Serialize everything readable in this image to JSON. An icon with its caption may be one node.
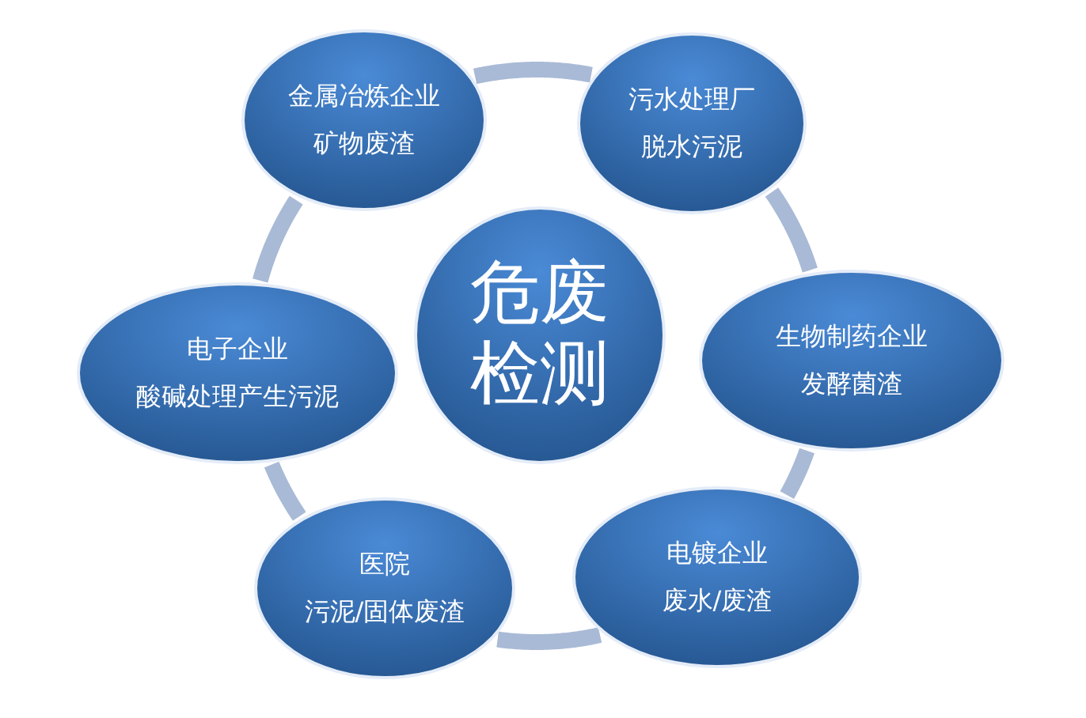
{
  "diagram": {
    "nodes": [
      {
        "text": [
          "金属冶炼企业",
          "矿物废渣"
        ]
      },
      {
        "text": [
          "污水处理厂",
          "脱水污泥"
        ]
      },
      {
        "text": [
          "危废检测"
        ]
      },
      {
        "text": [
          "电子企业",
          "酸碱处理产生污泥"
        ]
      },
      {
        "text": [
          "生物制药企业",
          "发酵菌渣"
        ]
      },
      {
        "text": [
          "医院",
          "污泥/固体废渣"
        ]
      },
      {
        "text": [
          "电镀企业",
          "废水/废渣"
        ]
      }
    ],
    "edges": [
      {
        "from": 0,
        "to": 1,
        "arrow": "none"
      },
      {
        "from": 1,
        "to": 4,
        "arrow": "none"
      },
      {
        "from": 4,
        "to": 6,
        "arrow": "none"
      },
      {
        "from": 6,
        "to": 5,
        "arrow": "none"
      },
      {
        "from": 5,
        "to": 3,
        "arrow": "none"
      },
      {
        "from": 3,
        "to": 0,
        "arrow": "none"
      }
    ]
  }
}
